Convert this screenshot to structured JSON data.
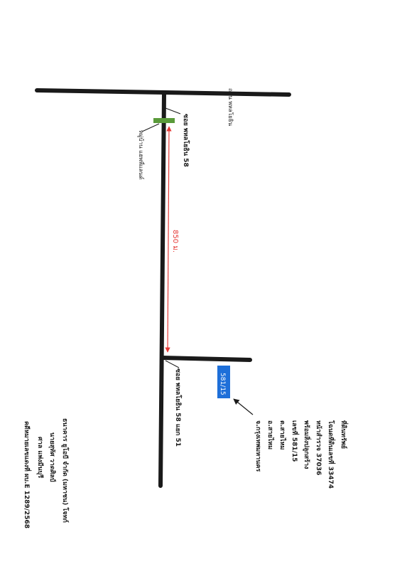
{
  "map": {
    "main_road_label": "ถนน พหลโยธิน",
    "soi_label": "ซอย พหลโยธิน 58",
    "soi_51_label": "ซอย พหลโยธิน 58 แยก 51",
    "landmark_label": "หมู่บ้าน แฮพพี่แลนด์",
    "distance_label": "850 ม.",
    "distance_color": "#e53935",
    "property_marker_label": "581/15",
    "property_marker_color": "#1e6fd9",
    "landmark_marker_color": "#5a9a3a"
  },
  "property_info": {
    "line1": "ที่ดินทรัพย์",
    "line2": "โฉนดที่ดินเลขที่ 33474",
    "line3": "หน้าสำรวจ 37036",
    "line4": "พร้อมสิ่งปลูกสร้าง",
    "line5": "เลขที่ 581/15",
    "line6": "ต.สายไหม",
    "line7": "อ.สายไหม",
    "line8": "จ.กรุงเทพมหานคร"
  },
  "footer": {
    "line1": "ธนาคาร ยูโอบี จำกัด (มหาชน) โจทก์",
    "line2": "นายสุทัศ วาดศิลป์",
    "line3": "ศาล แพ่งมีนบุรี",
    "line4": "คดีหมายเลขแดงที่ ผบ.E 1289/2568"
  }
}
